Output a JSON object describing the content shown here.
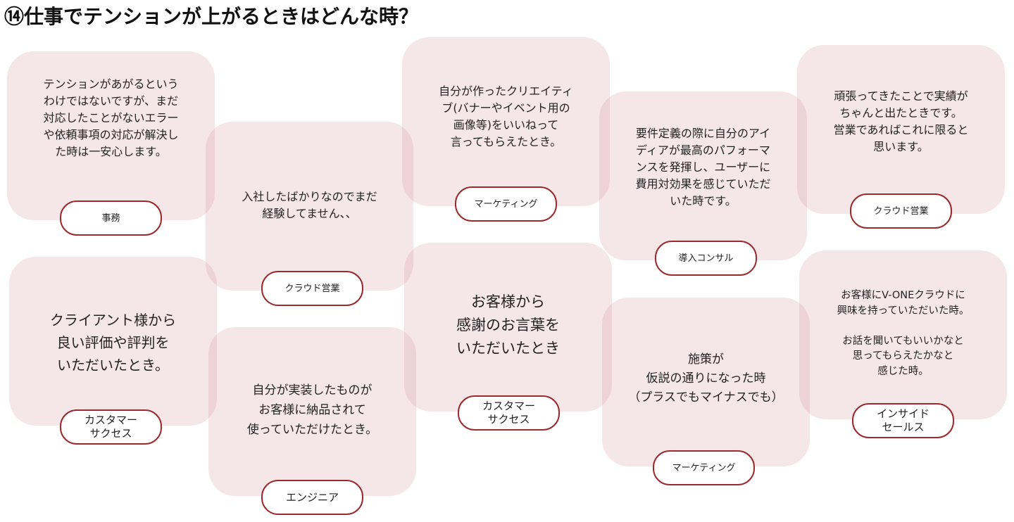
{
  "title": "⑭仕事でテンションが上がるときはどんな時？",
  "cards": [
    {
      "text": "テンションがあがるという\nわけではないですが、まだ\n対応したことがないエラー\nや依頼事項の対応が解決し\nた時は一安心します。",
      "tag": "事務"
    },
    {
      "text": "入社したばかりなのでまだ\n経験してません、、",
      "tag": "クラウド営業"
    },
    {
      "text": "自分が作ったクリエイティ\nブ(バナーやイベント用の\n画像等)をいいねって\n言ってもらえたとき。",
      "tag": "マーケティング"
    },
    {
      "text": "要件定義の際に自分のアイ\nディアが最高のパフォーマ\nンスを発揮し、ユーザーに\n費用対効果を感じていただ\nいた時です。",
      "tag": "導入コンサル"
    },
    {
      "text": "頑張ってきたことで実績が\nちゃんと出たときです。\n営業であればこれに限ると\n思います。",
      "tag": "クラウド営業"
    },
    {
      "text": "クライアント様から\n良い評価や評判を\nいただいたとき。",
      "tag": "カスタマー\nサクセス"
    },
    {
      "text": "自分が実装したものが\nお客様に納品されて\n使っていただけたとき。",
      "tag": "エンジニア"
    },
    {
      "text": "お客様から\n感謝のお言葉を\nいただいたとき",
      "tag": "カスタマー\nサクセス"
    },
    {
      "text": "施策が\n仮説の通りになった時\n（プラスでもマイナスでも）",
      "tag": "マーケティング"
    },
    {
      "text": "お客様にV-ONEクラウドに\n興味を持っていただいた時。\n\nお話を聞いてもいいかなと\n思ってもらえたかなと\n感じた時。",
      "tag": "インサイド\nセールス"
    }
  ],
  "colors": {
    "card": "#f3e2e4",
    "tag_border": "#9a2a2e"
  }
}
